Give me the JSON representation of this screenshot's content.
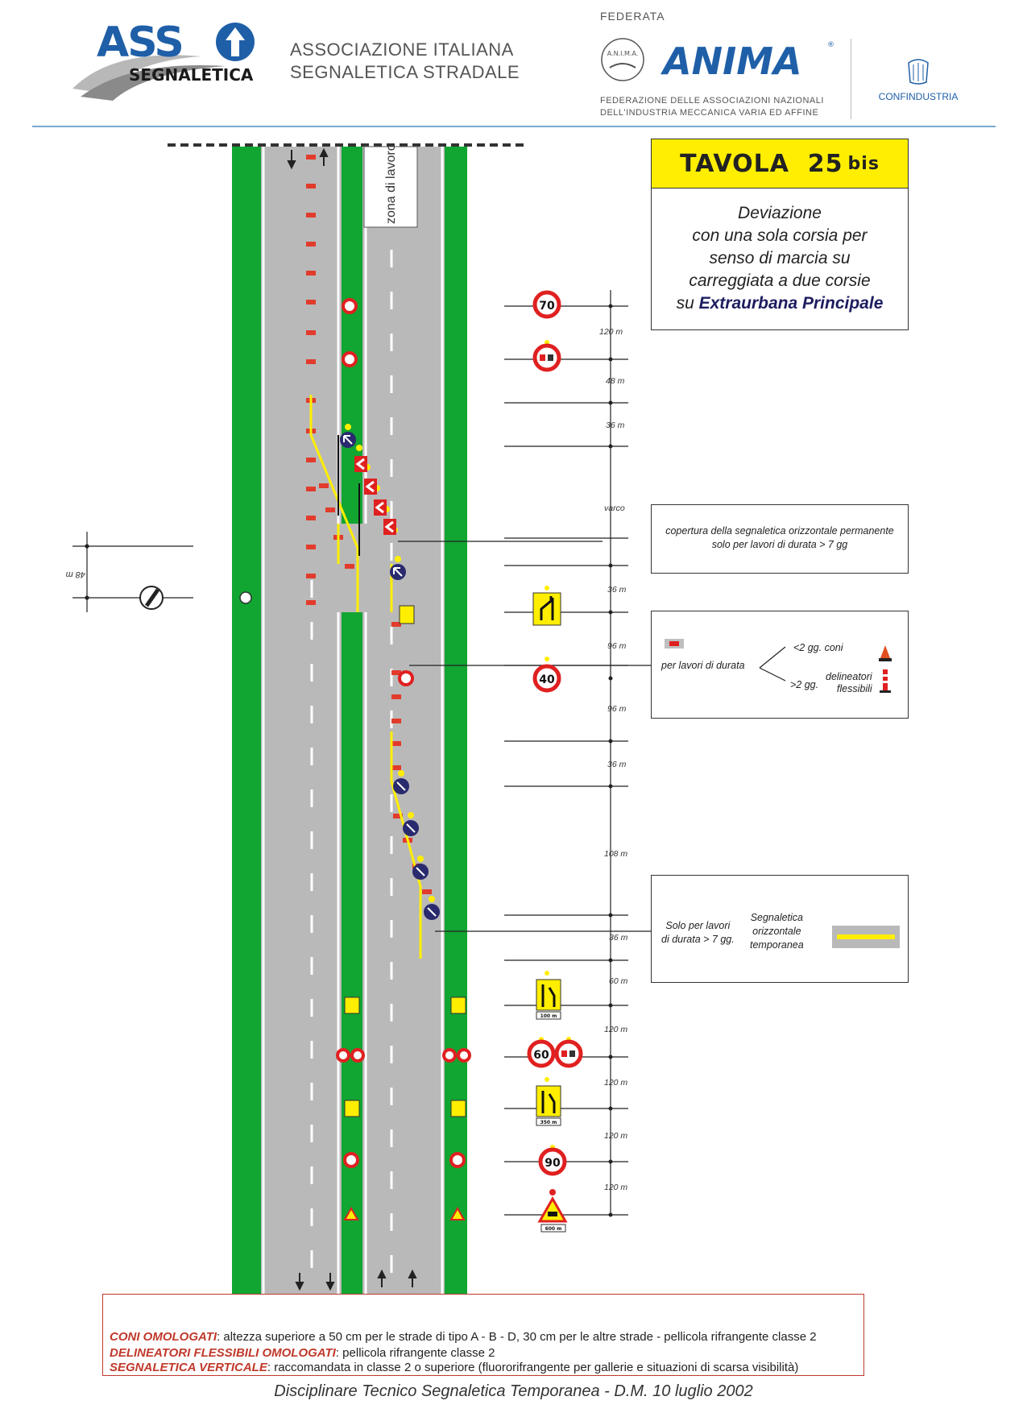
{
  "header": {
    "asso_logo_text": "ASSO",
    "asso_logo_sub": "SEGNALETICA",
    "asso_line1": "ASSOCIAZIONE ITALIANA",
    "asso_line2": "SEGNALETICA STRADALE",
    "federata": "FEDERATA",
    "anima_seal": "A.N.I.M.A.",
    "anima_logo": "ANIMA",
    "anima_line1": "FEDERAZIONE DELLE ASSOCIAZIONI NAZIONALI",
    "anima_line2": "DELL'INDUSTRIA MECCANICA VARIA ED AFFINE",
    "confindustria": "CONFINDUSTRIA"
  },
  "title": {
    "tavola": "TAVOLA",
    "number": "25",
    "suffix": "bis",
    "desc_line1": "Deviazione",
    "desc_line2": "con una sola corsia per",
    "desc_line3": "senso di marcia su",
    "desc_line4": "carreggiata a due corsie",
    "desc_line5_prefix": "su",
    "desc_line5_bold": "Extraurbana Principale"
  },
  "road": {
    "work_zone_label": "zona di lavoro",
    "left_distance": "48 m"
  },
  "distances": {
    "d1": "120 m",
    "d2": "48 m",
    "d3": "36 m",
    "varco": "varco",
    "d4": "36 m",
    "d5": "96 m",
    "d6": "96 m",
    "d7": "36 m",
    "d8": "108 m",
    "d9": "36 m",
    "d10": "60 m",
    "d11": "120 m",
    "d12": "120 m",
    "d13": "120 m",
    "d14": "120 m"
  },
  "signs": {
    "speed_70": "70",
    "speed_40": "40",
    "speed_60": "60",
    "speed_90": "90",
    "plate_100": "100 m",
    "plate_350": "350 m",
    "plate_600": "600 m"
  },
  "info": {
    "box1_line1": "copertura della segnaletica orizzontale permanente",
    "box1_line2": "solo per lavori di durata > 7 gg",
    "box2_main": "per lavori di durata",
    "box2_less": "<2 gg. coni",
    "box2_more": ">2 gg.",
    "box2_delin1": "delineatori",
    "box2_delin2": "flessibili",
    "box3_left1": "Solo per lavori",
    "box3_left2": "di durata > 7 gg.",
    "box3_mid1": "Segnaletica",
    "box3_mid2": "orizzontale",
    "box3_mid3": "temporanea"
  },
  "notes": {
    "coni_key": "CONI OMOLOGATI",
    "coni_text": ": altezza superiore a 50 cm per le strade di tipo A - B - D, 30 cm per le altre strade - pellicola rifrangente classe 2",
    "delin_key": "DELINEATORI FLESSIBILI OMOLOGATI",
    "delin_text": ":   pellicola rifrangente classe 2",
    "segn_key": "SEGNALETICA VERTICALE",
    "segn_text": ": raccomandata in classe 2 o superiore (fluororifrangente per gallerie e situazioni di scarsa visibilità)"
  },
  "footer": {
    "text": "Disciplinare Tecnico Segnaletica Temporanea - D.M.  10 luglio 2002"
  },
  "colors": {
    "green": "#11a532",
    "asphalt": "#b9b9b9",
    "yellow": "#ffee00",
    "red": "#e02020",
    "blue_sign": "#2a2a6e",
    "brand_blue": "#1f5fa8"
  }
}
